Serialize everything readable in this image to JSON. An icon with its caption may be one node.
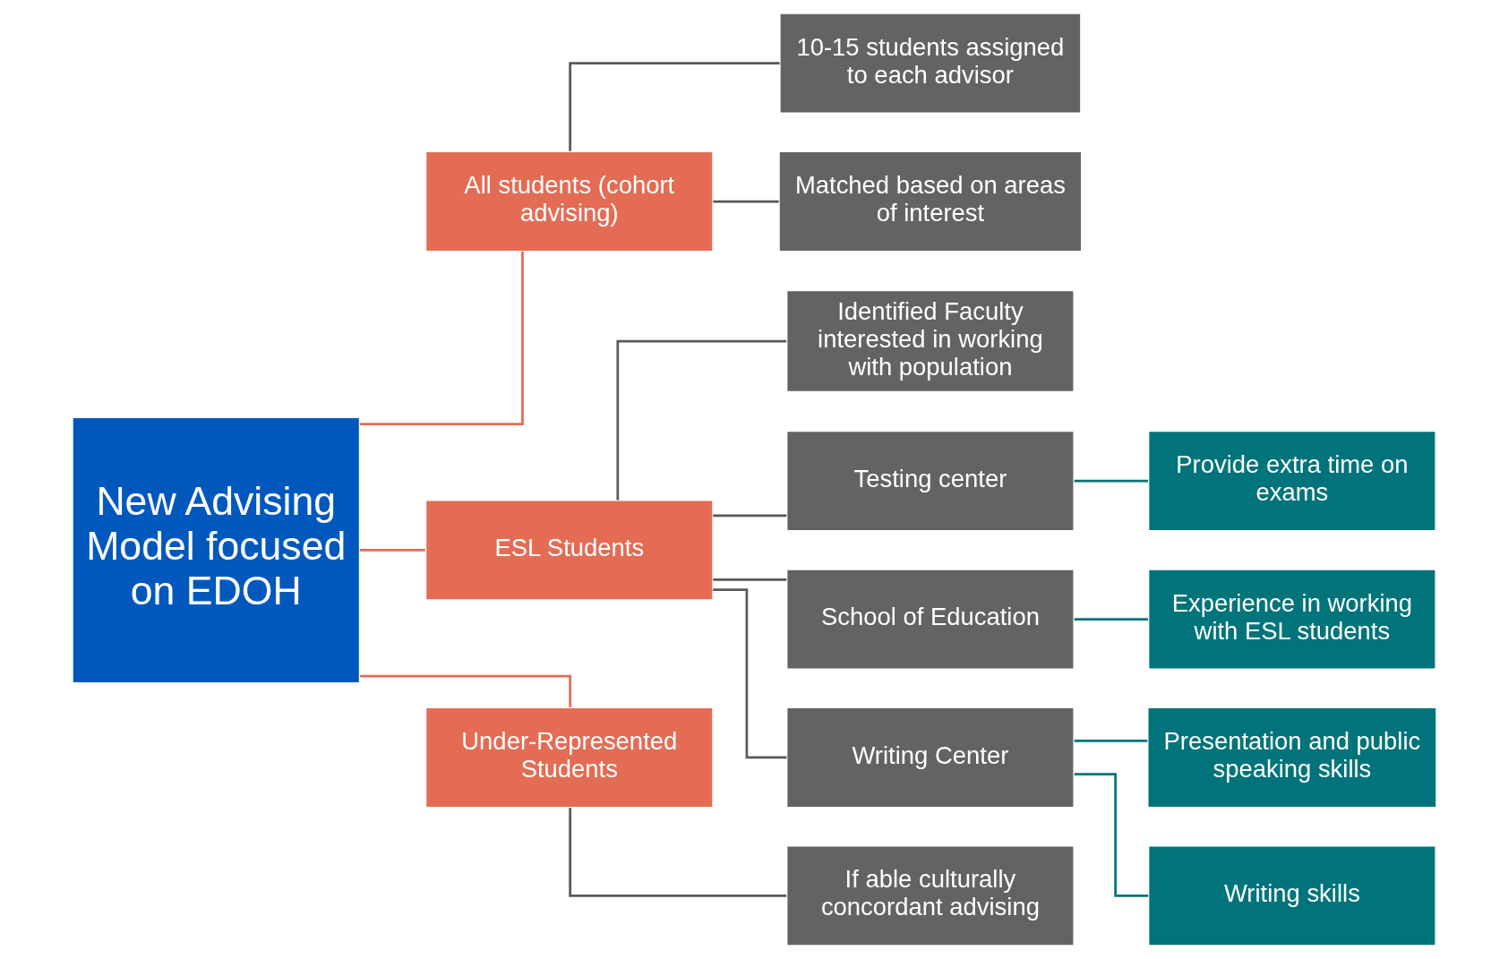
{
  "diagram": {
    "nodes": [
      {
        "text": [
          "New Advising Model focused on EDOH"
        ]
      },
      {
        "text": [
          "All students (cohort advising)"
        ]
      },
      {
        "text": [
          "ESL Students"
        ]
      },
      {
        "text": [
          "Under-Represented Students"
        ]
      },
      {
        "text": [
          "10-15 students assigned to each advisor"
        ]
      },
      {
        "text": [
          "Matched based on areas of interest"
        ]
      },
      {
        "text": [
          "Identified Faculty interested in working with population"
        ]
      },
      {
        "text": [
          "Testing center"
        ]
      },
      {
        "text": [
          "School of Education"
        ]
      },
      {
        "text": [
          "Writing Center"
        ]
      },
      {
        "text": [
          "If able culturally concordant advising"
        ]
      },
      {
        "text": [
          "Provide extra time on exams"
        ]
      },
      {
        "text": [
          "Experience in working with ESL students"
        ]
      },
      {
        "text": [
          "Presentation and public speaking skills"
        ]
      },
      {
        "text": [
          "Writing skills"
        ]
      }
    ],
    "edges": [
      {
        "from": 0,
        "to": 1,
        "arrow": "none",
        "color": "#e46c55"
      },
      {
        "from": 0,
        "to": 2,
        "arrow": "none",
        "color": "#e46c55"
      },
      {
        "from": 0,
        "to": 3,
        "arrow": "none",
        "color": "#e46c55"
      },
      {
        "from": 1,
        "to": 4,
        "arrow": "none"
      },
      {
        "from": 1,
        "to": 5,
        "arrow": "none"
      },
      {
        "from": 2,
        "to": 6,
        "arrow": "none"
      },
      {
        "from": 2,
        "to": 7,
        "arrow": "none"
      },
      {
        "from": 2,
        "to": 8,
        "arrow": "none"
      },
      {
        "from": 2,
        "to": 9,
        "arrow": "none"
      },
      {
        "from": 3,
        "to": 10,
        "arrow": "none"
      },
      {
        "from": 7,
        "to": 11,
        "arrow": "none",
        "color": "#00747a"
      },
      {
        "from": 8,
        "to": 12,
        "arrow": "none",
        "color": "#00747a"
      },
      {
        "from": 9,
        "to": 13,
        "arrow": "none",
        "color": "#00747a"
      },
      {
        "from": 9,
        "to": 14,
        "arrow": "none",
        "color": "#00747a"
      }
    ]
  }
}
